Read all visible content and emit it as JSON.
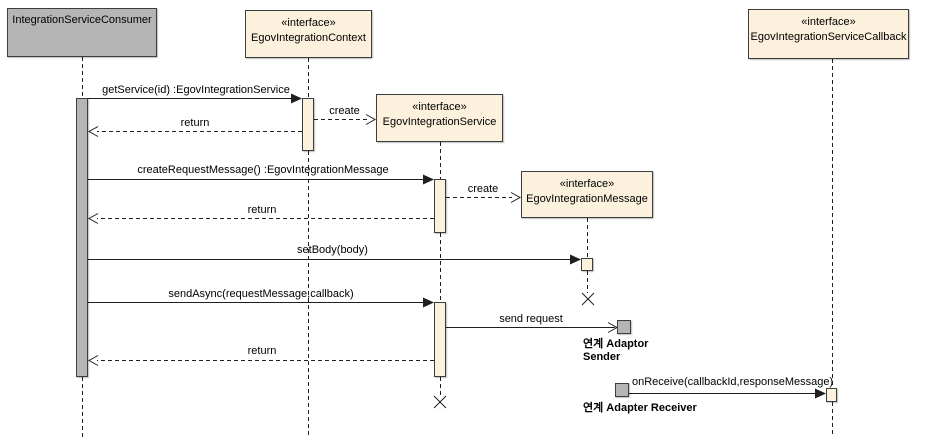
{
  "diagram": {
    "type": "uml-sequence-diagram",
    "participants": [
      {
        "name": "IntegrationServiceConsumer",
        "stereotype": "",
        "kind": "object"
      },
      {
        "name": "EgovIntegrationContext",
        "stereotype": "«interface»",
        "kind": "interface"
      },
      {
        "name": "EgovIntegrationService",
        "stereotype": "«interface»",
        "kind": "interface"
      },
      {
        "name": "EgovIntegrationMessage",
        "stereotype": "«interface»",
        "kind": "interface"
      },
      {
        "name": "EgovIntegrationServiceCallback",
        "stereotype": "«interface»",
        "kind": "interface"
      }
    ],
    "external_nodes": [
      {
        "label_line1": "연계 Adaptor",
        "label_line2": "Sender"
      },
      {
        "label": "연계 Adapter Receiver"
      }
    ],
    "messages": [
      {
        "label": "getService(id) :EgovIntegrationService",
        "type": "synchronous",
        "from": "IntegrationServiceConsumer",
        "to": "EgovIntegrationContext"
      },
      {
        "label": "create",
        "type": "create",
        "from": "EgovIntegrationContext",
        "to": "EgovIntegrationService"
      },
      {
        "label": "return",
        "type": "return",
        "from": "EgovIntegrationContext",
        "to": "IntegrationServiceConsumer"
      },
      {
        "label": "createRequestMessage() :EgovIntegrationMessage",
        "type": "synchronous",
        "from": "IntegrationServiceConsumer",
        "to": "EgovIntegrationService"
      },
      {
        "label": "create",
        "type": "create",
        "from": "EgovIntegrationService",
        "to": "EgovIntegrationMessage"
      },
      {
        "label": "return",
        "type": "return",
        "from": "EgovIntegrationService",
        "to": "IntegrationServiceConsumer"
      },
      {
        "label": "setBody(body)",
        "type": "synchronous",
        "from": "IntegrationServiceConsumer",
        "to": "EgovIntegrationMessage"
      },
      {
        "label": "sendAsync(requestMessage,callback)",
        "type": "synchronous",
        "from": "IntegrationServiceConsumer",
        "to": "EgovIntegrationService"
      },
      {
        "label": "send request",
        "type": "asynchronous",
        "from": "EgovIntegrationService",
        "to": "연계 Adaptor Sender"
      },
      {
        "label": "return",
        "type": "return",
        "from": "EgovIntegrationService",
        "to": "IntegrationServiceConsumer"
      },
      {
        "label": "onReceive(callbackId,responseMessage)",
        "type": "synchronous",
        "from": "연계 Adapter Receiver",
        "to": "EgovIntegrationServiceCallback"
      }
    ],
    "colors": {
      "object_fill": "#b5b5b5",
      "interface_fill": "#fcf1dd",
      "shape_border": "#3d3d3d",
      "line": "#1f1f1f",
      "text": "#000000",
      "background": "#ffffff"
    }
  }
}
